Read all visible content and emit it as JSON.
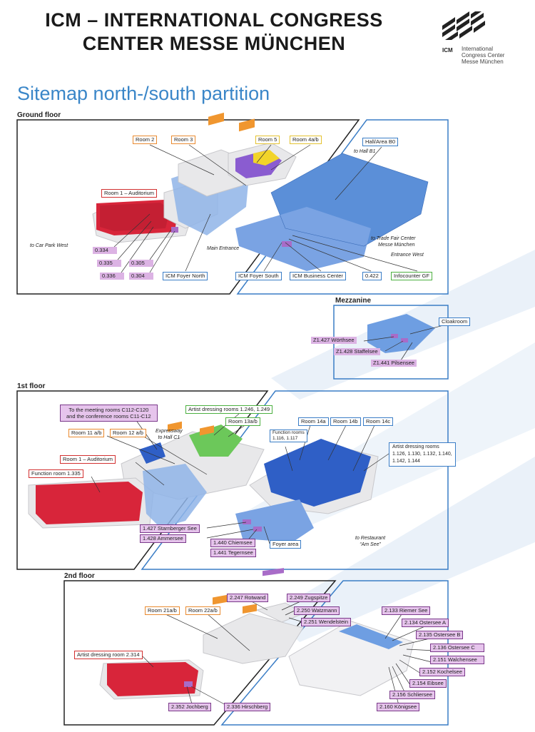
{
  "header": {
    "title_line1": "ICM – INTERNATIONAL CONGRESS",
    "title_line2": "CENTER MESSE MÜNCHEN",
    "logo_abbr": "ICM",
    "logo_line1": "International",
    "logo_line2": "Congress Center",
    "logo_line3": "Messe München"
  },
  "page_title": "Sitemap north-/south partition",
  "ground_floor": {
    "label": "Ground floor",
    "room2": "Room 2",
    "room3": "Room 3",
    "room5": "Room 5",
    "room4ab": "Room 4a/b",
    "hall_b0": "Hall/Area B0",
    "to_hall_b1": "to Hall B1",
    "room1": "Room 1 – Auditorium",
    "to_car_park": "to Car Park West",
    "main_entrance": "Main Entrance",
    "trade_fair_1": "to Trade Fair Center",
    "trade_fair_2": "Messe München",
    "entrance_west": "Entrance West",
    "r0334": "0.334",
    "r0335": "0.335",
    "r0305": "0.305",
    "r0336": "0.336",
    "r0304": "0.304",
    "foyer_north": "ICM Foyer North",
    "foyer_south": "ICM Foyer South",
    "business_center": "ICM Business Center",
    "r0422": "0.422",
    "infocounter": "Infocounter GF"
  },
  "mezzanine": {
    "label": "Mezzanine",
    "cloakroom": "Cloakroom",
    "worthsee": "Z1.427 Wörthsee",
    "staffelsee": "Z1.428 Staffelsee",
    "pilsensee": "Z1.441 Pilsensee"
  },
  "first_floor": {
    "label": "1st floor",
    "meeting_1": "To the meeting rooms C112-C120",
    "meeting_2": "and the conference rooms C11-C12",
    "artist_dressing": "Artist dressing rooms 1.246, 1.249",
    "room13ab": "Room 13a/b",
    "expressway_1": "Expressway",
    "expressway_2": "to Hall C1",
    "room11ab": "Room 11 a/b",
    "room12ab": "Room 12 a/b",
    "room14a": "Room 14a",
    "room14b": "Room 14b",
    "room14c": "Room 14c",
    "function_rooms_1": "Function rooms",
    "function_rooms_2": "1.116, 1.117",
    "artist_rooms_1": "Artist dressing rooms",
    "artist_rooms_2": "1.126, 1.130, 1.132, 1.140,",
    "artist_rooms_3": "1.142, 1.144",
    "room1": "Room 1 – Auditorium",
    "function_1335": "Function room 1.335",
    "starnberger": "1.427 Starnberger See",
    "ammersee": "1.428 Ammersee",
    "chiemsee": "1.440 Chiemsee",
    "tegernsee": "1.441 Tegernsee",
    "foyer_area": "Foyer area",
    "restaurant_1": "to Restaurant",
    "restaurant_2": "“Am See”"
  },
  "second_floor": {
    "label": "2nd floor",
    "rotwand": "2.247 Rotwand",
    "zugspitze": "2.249 Zugspitze",
    "watzmann": "2.250 Watzmann",
    "wendelstein": "2.251 Wendelstein",
    "room21ab": "Room 21a/b",
    "room22ab": "Room 22a/b",
    "riemer_see": "2.133 Riemer See",
    "ostersee_a": "2.134 Ostersee A",
    "ostersee_b": "2.135 Ostersee B",
    "ostersee_c": "2.136 Ostersee C",
    "walchensee": "2.151 Walchensee",
    "kochelsee": "2.152 Kochelsee",
    "eibsee": "2.154 Eibsee",
    "schliersee": "2.156 Schliersee",
    "konigssee": "2.160 Königsee",
    "artist_2314": "Artist dressing room 2.314",
    "jochberg": "2.352 Jochberg",
    "hirschberg": "2.336 Hirschberg"
  },
  "colors": {
    "accent_blue": "#3a86c8",
    "floor_blue": "#5b8fd8",
    "auditorium_red": "#d8253a",
    "room_orange": "#e98a2f",
    "room_yellow": "#e4c22f",
    "room_purple": "#a86cc8",
    "room_green": "#6cc85a"
  }
}
